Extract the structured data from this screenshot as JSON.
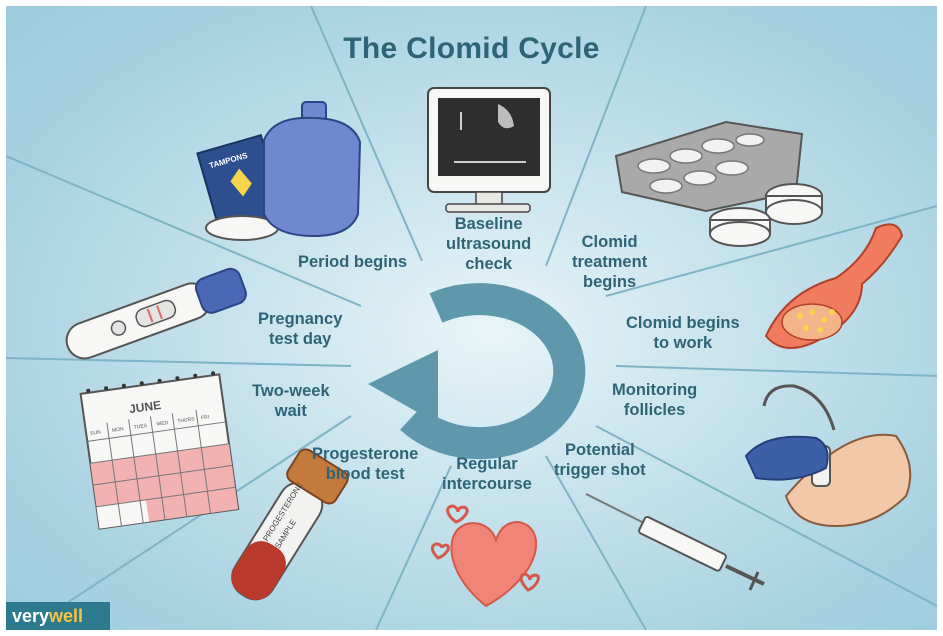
{
  "title": "The Clomid Cycle",
  "steps": [
    {
      "id": "baseline",
      "label": "Baseline ultrasound check",
      "line1": "Baseline",
      "line2": "ultrasound",
      "line3": "check",
      "icon": "ultrasound-monitor-icon"
    },
    {
      "id": "treatment",
      "label": "Clomid treatment begins",
      "line1": "Clomid",
      "line2": "treatment",
      "line3": "begins",
      "icon": "pill-pack-icon"
    },
    {
      "id": "works",
      "label": "Clomid begins to work",
      "line1": "Clomid begins",
      "line2": "to work",
      "icon": "ovary-icon"
    },
    {
      "id": "monitoring",
      "label": "Monitoring follicles",
      "line1": "Monitoring",
      "line2": "follicles",
      "icon": "ultrasound-probe-icon"
    },
    {
      "id": "trigger",
      "label": "Potential trigger shot",
      "line1": "Potential",
      "line2": "trigger shot",
      "icon": "syringe-icon"
    },
    {
      "id": "intercourse",
      "label": "Regular intercourse",
      "line1": "Regular",
      "line2": "intercourse",
      "icon": "hearts-icon"
    },
    {
      "id": "progesterone",
      "label": "Progesterone blood test",
      "line1": "Progesterone",
      "line2": "blood test",
      "icon": "blood-vial-icon"
    },
    {
      "id": "wait",
      "label": "Two-week wait",
      "line1": "Two-week",
      "line2": "wait",
      "icon": "calendar-icon"
    },
    {
      "id": "pregnancy",
      "label": "Pregnancy test day",
      "line1": "Pregnancy",
      "line2": "test day",
      "icon": "pregnancy-test-icon"
    },
    {
      "id": "period",
      "label": "Period begins",
      "line1": "Period begins",
      "icon": "hot-water-bottle-icon"
    }
  ],
  "calendar_month": "JUNE",
  "calendar_days": [
    "SUN",
    "MON",
    "TUES",
    "WED",
    "THURS",
    "FRI"
  ],
  "pill_box_text": "TAMPONS",
  "vial_text": "PROGESTERONE",
  "vial_subtext": "SAMPLE",
  "brand": {
    "part1": "very",
    "part2": "well"
  },
  "colors": {
    "background": "#a9d2e1",
    "text": "#2f6477",
    "cycle_arrow": "#5f98ab",
    "calendar_highlight": "#f2b2b2",
    "heart": "#f08577",
    "glove": "#3d5fa8",
    "logo_bg": "#2d7a8e"
  }
}
